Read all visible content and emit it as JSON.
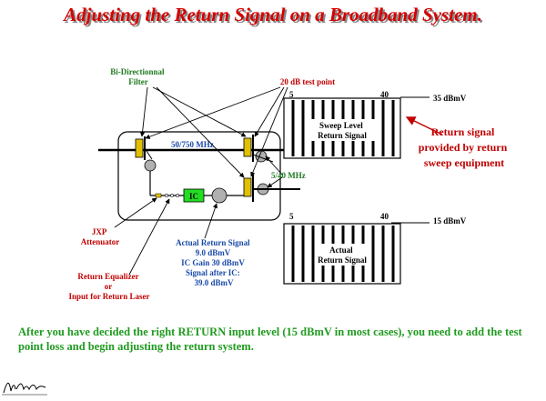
{
  "title": "Adjusting the Return Signal on a Broadband System.",
  "labels": {
    "bidirectional_filter": [
      "Bi-Directionnal",
      "Filter"
    ],
    "test_point": "20 dB test point",
    "forward_band": "50/750 MHz",
    "return_band": "5/40 MHz",
    "ic": "IC",
    "jxp_attenuator": [
      "JXP",
      "Attenuator"
    ],
    "actual_return_signal": [
      "Actual Return Signal",
      "9.0 dBmV",
      "IC Gain 30 dBmV",
      "Signal after IC:",
      "39.0 dBmV"
    ],
    "return_equalizer": [
      "Return Equalizer",
      "or",
      "Input for Return Laser"
    ]
  },
  "spectrum_top": {
    "start_label": "5",
    "end_label": "40",
    "level": "35 dBmV",
    "caption": [
      "Sweep Level",
      "Return Signal"
    ]
  },
  "spectrum_bottom": {
    "start_label": "5",
    "end_label": "40",
    "level": "15 dBmV",
    "caption": [
      "Actual",
      "Return Signal"
    ]
  },
  "return_signal_note": [
    "Return signal",
    "provided by return",
    "sweep equipment"
  ],
  "bottom_text": "After you have decided the right RETURN input level (15 dBmV in most cases), you need to add the test point loss and begin adjusting the return system.",
  "colors": {
    "title": "#d40000",
    "green_text": "#1f9b1f",
    "ic_box": "#22dd22",
    "port": "#e0c000"
  }
}
